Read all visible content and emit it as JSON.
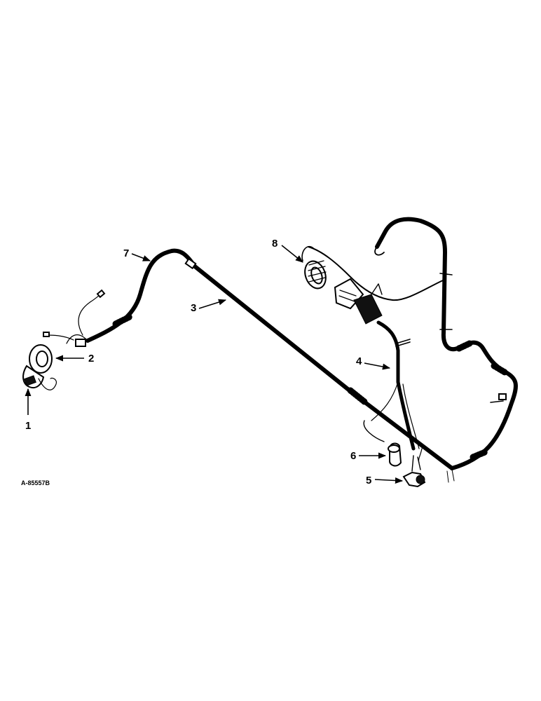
{
  "diagram": {
    "reference_code": "A-85557B",
    "callouts": [
      {
        "id": "1",
        "label": "1"
      },
      {
        "id": "2",
        "label": "2"
      },
      {
        "id": "3",
        "label": "3"
      },
      {
        "id": "4",
        "label": "4"
      },
      {
        "id": "5",
        "label": "5"
      },
      {
        "id": "6",
        "label": "6"
      },
      {
        "id": "7",
        "label": "7"
      },
      {
        "id": "8",
        "label": "8"
      }
    ]
  }
}
